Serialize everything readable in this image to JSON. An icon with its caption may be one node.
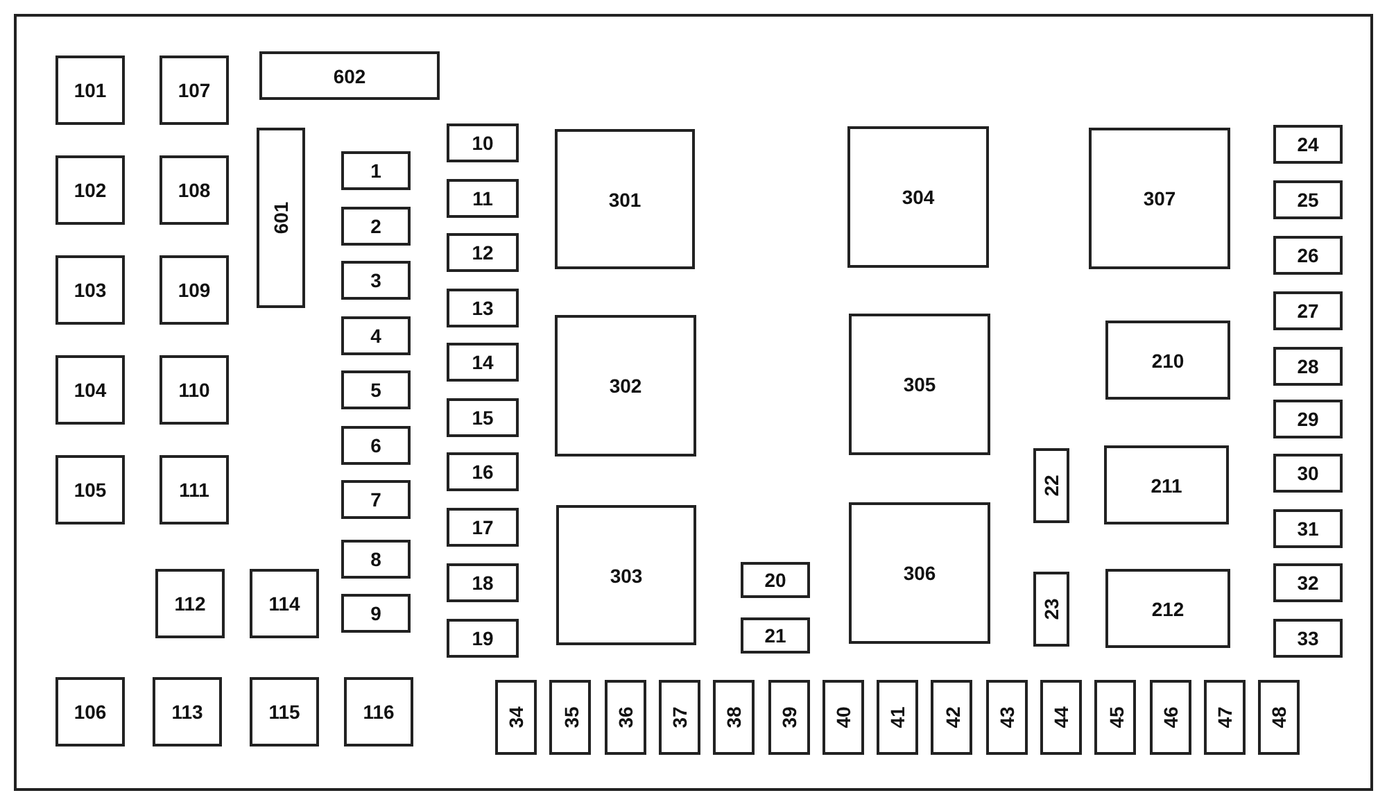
{
  "diagram": {
    "nodes": [
      {
        "text": [
          "101"
        ]
      },
      {
        "text": [
          "107"
        ]
      },
      {
        "text": [
          "102"
        ]
      },
      {
        "text": [
          "108"
        ]
      },
      {
        "text": [
          "103"
        ]
      },
      {
        "text": [
          "109"
        ]
      },
      {
        "text": [
          "104"
        ]
      },
      {
        "text": [
          "110"
        ]
      },
      {
        "text": [
          "105"
        ]
      },
      {
        "text": [
          "111"
        ]
      },
      {
        "text": [
          "112"
        ]
      },
      {
        "text": [
          "114"
        ]
      },
      {
        "text": [
          "106"
        ]
      },
      {
        "text": [
          "113"
        ]
      },
      {
        "text": [
          "115"
        ]
      },
      {
        "text": [
          "116"
        ]
      },
      {
        "text": [
          "602"
        ]
      },
      {
        "text": [
          "601"
        ]
      },
      {
        "text": [
          "1"
        ]
      },
      {
        "text": [
          "2"
        ]
      },
      {
        "text": [
          "3"
        ]
      },
      {
        "text": [
          "4"
        ]
      },
      {
        "text": [
          "5"
        ]
      },
      {
        "text": [
          "6"
        ]
      },
      {
        "text": [
          "7"
        ]
      },
      {
        "text": [
          "8"
        ]
      },
      {
        "text": [
          "9"
        ]
      },
      {
        "text": [
          "10"
        ]
      },
      {
        "text": [
          "11"
        ]
      },
      {
        "text": [
          "12"
        ]
      },
      {
        "text": [
          "13"
        ]
      },
      {
        "text": [
          "14"
        ]
      },
      {
        "text": [
          "15"
        ]
      },
      {
        "text": [
          "16"
        ]
      },
      {
        "text": [
          "17"
        ]
      },
      {
        "text": [
          "18"
        ]
      },
      {
        "text": [
          "19"
        ]
      },
      {
        "text": [
          "301"
        ]
      },
      {
        "text": [
          "302"
        ]
      },
      {
        "text": [
          "303"
        ]
      },
      {
        "text": [
          "20"
        ]
      },
      {
        "text": [
          "21"
        ]
      },
      {
        "text": [
          "304"
        ]
      },
      {
        "text": [
          "305"
        ]
      },
      {
        "text": [
          "306"
        ]
      },
      {
        "text": [
          "307"
        ]
      },
      {
        "text": [
          "210"
        ]
      },
      {
        "text": [
          "211"
        ]
      },
      {
        "text": [
          "212"
        ]
      },
      {
        "text": [
          "22"
        ]
      },
      {
        "text": [
          "23"
        ]
      },
      {
        "text": [
          "24"
        ]
      },
      {
        "text": [
          "25"
        ]
      },
      {
        "text": [
          "26"
        ]
      },
      {
        "text": [
          "27"
        ]
      },
      {
        "text": [
          "28"
        ]
      },
      {
        "text": [
          "29"
        ]
      },
      {
        "text": [
          "30"
        ]
      },
      {
        "text": [
          "31"
        ]
      },
      {
        "text": [
          "32"
        ]
      },
      {
        "text": [
          "33"
        ]
      },
      {
        "text": [
          "34"
        ]
      },
      {
        "text": [
          "35"
        ]
      },
      {
        "text": [
          "36"
        ]
      },
      {
        "text": [
          "37"
        ]
      },
      {
        "text": [
          "38"
        ]
      },
      {
        "text": [
          "39"
        ]
      },
      {
        "text": [
          "40"
        ]
      },
      {
        "text": [
          "41"
        ]
      },
      {
        "text": [
          "42"
        ]
      },
      {
        "text": [
          "43"
        ]
      },
      {
        "text": [
          "44"
        ]
      },
      {
        "text": [
          "45"
        ]
      },
      {
        "text": [
          "46"
        ]
      },
      {
        "text": [
          "47"
        ]
      },
      {
        "text": [
          "48"
        ]
      }
    ]
  }
}
